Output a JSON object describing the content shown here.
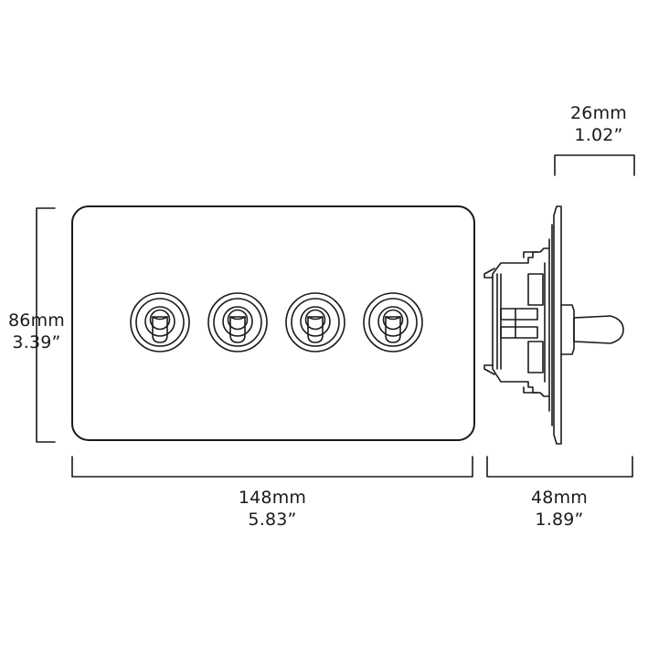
{
  "dimensions": {
    "depth_top": {
      "mm": "26mm",
      "inch": "1.02”"
    },
    "height": {
      "mm": "86mm",
      "inch": "3.39”"
    },
    "width": {
      "mm": "148mm",
      "inch": "5.83”"
    },
    "depth": {
      "mm": "48mm",
      "inch": "1.89”"
    }
  },
  "front_view": {
    "toggle_count": 4
  },
  "colors": {
    "line": "#1a1a1a",
    "background": "#ffffff"
  }
}
